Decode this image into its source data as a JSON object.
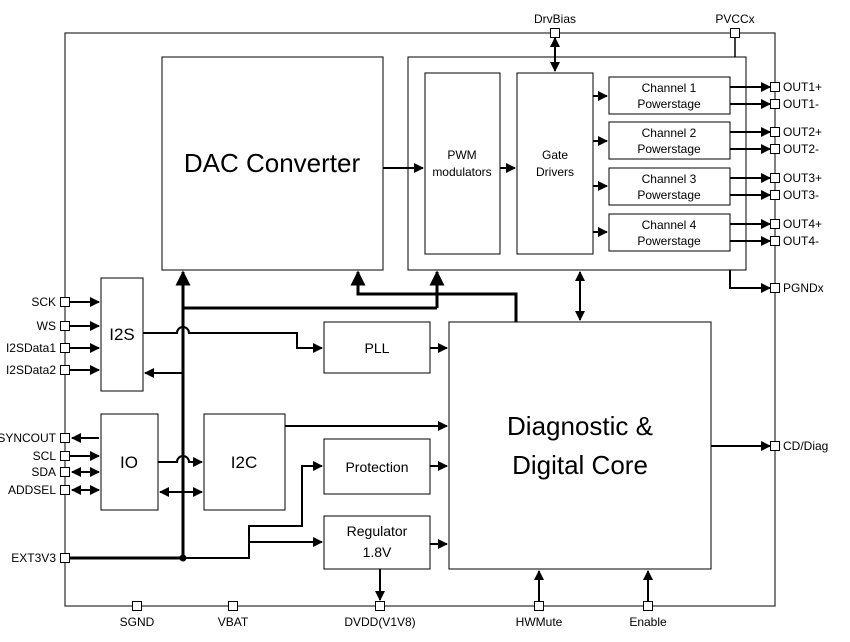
{
  "blocks": {
    "dac": "DAC Converter",
    "pwm": [
      "PWM",
      "modulators"
    ],
    "gate": [
      "Gate",
      "Drivers"
    ],
    "ch1": [
      "Channel 1",
      "Powerstage"
    ],
    "ch2": [
      "Channel 2",
      "Powerstage"
    ],
    "ch3": [
      "Channel 3",
      "Powerstage"
    ],
    "ch4": [
      "Channel 4",
      "Powerstage"
    ],
    "i2s": "I2S",
    "pll": "PLL",
    "io": "IO",
    "i2c": "I2C",
    "protection": "Protection",
    "regulator": [
      "Regulator",
      "1.8V"
    ],
    "core": [
      "Diagnostic &",
      "Digital Core"
    ]
  },
  "pins": {
    "left": [
      "SCK",
      "WS",
      "I2SData1",
      "I2SData2",
      "SYNCOUT",
      "SCL",
      "SDA",
      "ADDSEL",
      "EXT3V3"
    ],
    "right": [
      "OUT1+",
      "OUT1-",
      "OUT2+",
      "OUT2-",
      "OUT3+",
      "OUT3-",
      "OUT4+",
      "OUT4-",
      "PGNDx",
      "CD/Diag"
    ],
    "top": [
      "DrvBias",
      "PVCCx"
    ],
    "bottom": [
      "SGND",
      "VBAT",
      "DVDD(V1V8)",
      "HWMute",
      "Enable"
    ]
  }
}
